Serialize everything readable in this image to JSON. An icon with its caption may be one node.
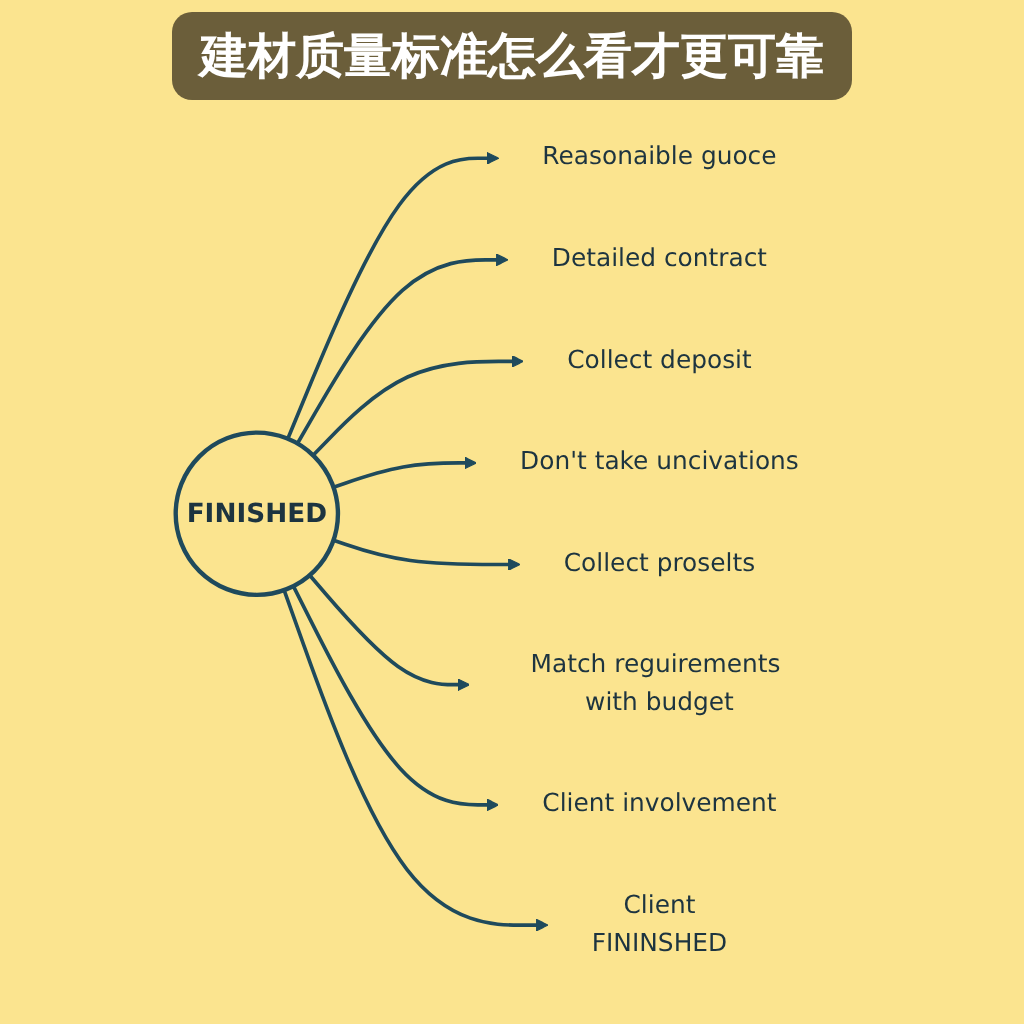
{
  "diagram": {
    "title": "建材质量标准怎么看才更可靠",
    "nodes": [
      {
        "text": [
          "FINISHED"
        ]
      },
      {
        "text": [
          "Reasonaible guoce"
        ]
      },
      {
        "text": [
          "Detailed contract"
        ]
      },
      {
        "text": [
          "Collect deposit"
        ]
      },
      {
        "text": [
          "Don't take uncivations"
        ]
      },
      {
        "text": [
          "Collect proselts"
        ]
      },
      {
        "text": [
          "Match reguirements with budget"
        ]
      },
      {
        "text": [
          "Client involvement"
        ]
      },
      {
        "text": [
          "Client",
          "FININSHED"
        ]
      }
    ],
    "edges": [
      {
        "from": 0,
        "to": 1,
        "arrow": "to"
      },
      {
        "from": 0,
        "to": 2,
        "arrow": "to"
      },
      {
        "from": 0,
        "to": 3,
        "arrow": "to"
      },
      {
        "from": 0,
        "to": 4,
        "arrow": "to"
      },
      {
        "from": 0,
        "to": 5,
        "arrow": "to"
      },
      {
        "from": 0,
        "to": 6,
        "arrow": "to"
      },
      {
        "from": 0,
        "to": 7,
        "arrow": "to"
      },
      {
        "from": 0,
        "to": 8,
        "arrow": "to"
      }
    ]
  }
}
